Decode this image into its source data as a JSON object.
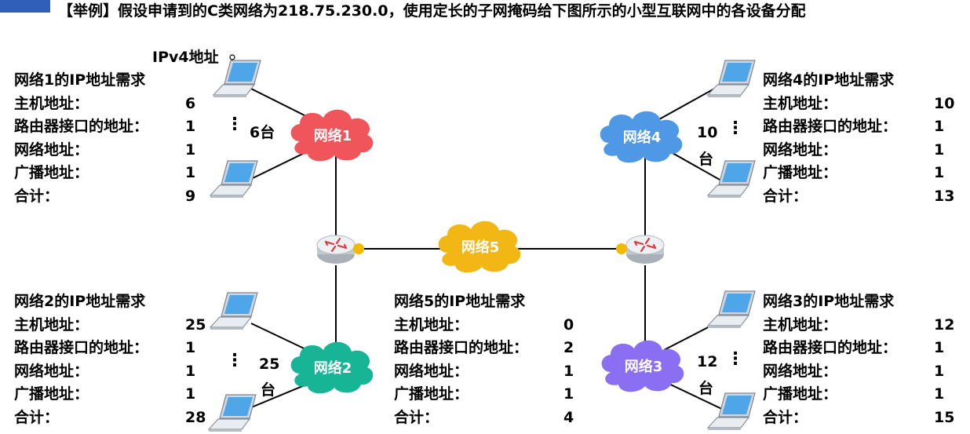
{
  "title": "【举例】假设申请到的C类网络为218.75.230.0，使用定长的子网掩码给下图所示的小型互联网中的各设备分配",
  "ipv4_label": "IPv4地址",
  "networks": [
    {
      "cloud": "网络1",
      "color": "#f0555b"
    },
    {
      "cloud": "网络2",
      "color": "#17b596"
    },
    {
      "cloud": "网络3",
      "color": "#8b6ff2"
    },
    {
      "cloud": "网络4",
      "color": "#4f98e6"
    },
    {
      "cloud": "网络5",
      "color": "#f2b714"
    }
  ],
  "host_counts": {
    "net1": "6台",
    "net2_num": "25",
    "net2_unit": "台",
    "net3_num": "12",
    "net3_unit": "台",
    "net4_num": "10",
    "net4_unit": "台"
  },
  "requirements": {
    "net1": {
      "heading": "网络1的IP地址需求",
      "host": "主机地址：",
      "host_v": "6",
      "router": "路由器接口的地址：",
      "router_v": "1",
      "net": "网络地址：",
      "net_v": "1",
      "bcast": "广播地址：",
      "bcast_v": "1",
      "total": "合计：",
      "total_v": "9"
    },
    "net2": {
      "heading": "网络2的IP地址需求",
      "host": "主机地址：",
      "host_v": "25",
      "router": "路由器接口的地址：",
      "router_v": "1",
      "net": "网络地址：",
      "net_v": "1",
      "bcast": "广播地址：",
      "bcast_v": "1",
      "total": "合计：",
      "total_v": "28"
    },
    "net3": {
      "heading": "网络3的IP地址需求",
      "host": "主机地址：",
      "host_v": "12",
      "router": "路由器接口的地址：",
      "router_v": "1",
      "net": "网络地址：",
      "net_v": "1",
      "bcast": "广播地址：",
      "bcast_v": "1",
      "total": "合计：",
      "total_v": "15"
    },
    "net4": {
      "heading": "网络4的IP地址需求",
      "host": "主机地址：",
      "host_v": "10",
      "router": "路由器接口的地址：",
      "router_v": "1",
      "net": "网络地址：",
      "net_v": "1",
      "bcast": "广播地址：",
      "bcast_v": "1",
      "total": "合计：",
      "total_v": "13"
    },
    "net5": {
      "heading": "网络5的IP地址需求",
      "host": "主机地址：",
      "host_v": "0",
      "router": "路由器接口的地址：",
      "router_v": "2",
      "net": "网络地址：",
      "net_v": "1",
      "bcast": "广播地址：",
      "bcast_v": "1",
      "total": "合计：",
      "total_v": "4"
    }
  },
  "colors": {
    "title_mark": "#2f5fb8",
    "interface_dot": "#f5b800",
    "link": "#000000"
  }
}
